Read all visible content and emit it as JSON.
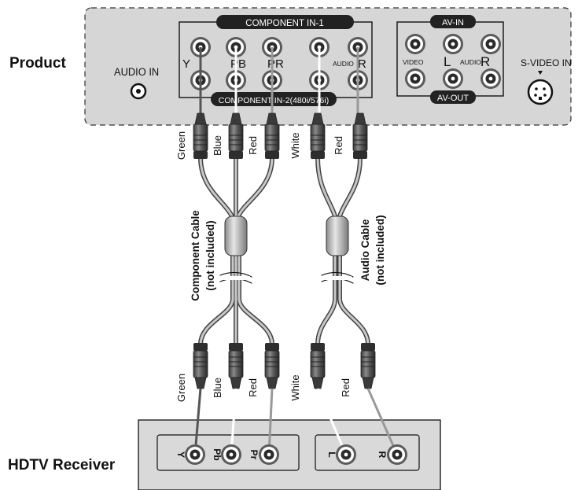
{
  "labels": {
    "product": "Product",
    "hdtv_receiver": "HDTV Receiver",
    "audio_in": "AUDIO IN",
    "component_in_1": "COMPONENT IN-1",
    "component_in_2": "COMPONENT IN-2(480i/576i)",
    "av_in": "AV-IN",
    "av_out": "AV-OUT",
    "video": "VIDEO",
    "audio_small": "AUDIO",
    "l": "L",
    "r": "R",
    "s_video_in": "S-VIDEO IN",
    "y": "Y",
    "pb_top": "PB",
    "pr_top": "PR",
    "component_cable": "Component Cable",
    "component_cable_note": "(not included)",
    "audio_cable": "Audio Cable",
    "audio_cable_note": "(not included)",
    "recv_y": "Y",
    "recv_pb": "Pb",
    "recv_pr": "Pr",
    "recv_l": "L",
    "recv_r": "R"
  },
  "plug_colors_top": [
    "Green",
    "Blue",
    "Red",
    "White",
    "Red"
  ],
  "plug_colors_bottom": [
    "Green",
    "Blue",
    "Red",
    "White",
    "Red"
  ]
}
